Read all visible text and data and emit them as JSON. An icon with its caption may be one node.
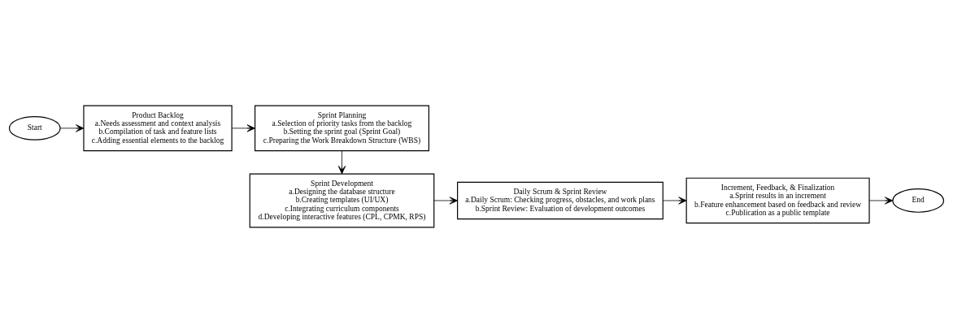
{
  "diagram": {
    "nodes": [
      {
        "text": [
          "Start"
        ]
      },
      {
        "text": [
          "Product Backlog",
          "a.Needs assessment and context analysis",
          "b.Compilation of task and feature lists",
          "c.Adding essential elements to the backlog"
        ]
      },
      {
        "text": [
          "Sprint Planning",
          "a.Selection of priority tasks from the backlog",
          "b.Setting the sprint goal (Sprint Goal)",
          "c.Preparing the Work Breakdown Structure (WBS)"
        ]
      },
      {
        "text": [
          "Sprint Development",
          "a.Designing the database structure",
          "b.Creating templates (UI/UX)",
          "c.Integrating curriculum components",
          "d.Developing interactive features (CPL, CPMK, RPS)"
        ]
      },
      {
        "text": [
          "Daily Scrum & Sprint Review",
          "a.Daily Scrum: Checking progress, obstacles, and work plans",
          "b.Sprint Review: Evaluation of development outcomes"
        ]
      },
      {
        "text": [
          "Increment, Feedback, & Finalization",
          "a.Sprint results in an increment",
          "b.Feature enhancement based on feedback and review",
          "c.Publication as a public template"
        ]
      },
      {
        "text": [
          "End"
        ]
      }
    ],
    "edges": [
      {
        "from": 0,
        "to": 1,
        "arrow": "to"
      },
      {
        "from": 1,
        "to": 2,
        "arrow": "to"
      },
      {
        "from": 2,
        "to": 3,
        "arrow": "to"
      },
      {
        "from": 3,
        "to": 4,
        "arrow": "to"
      },
      {
        "from": 4,
        "to": 5,
        "arrow": "to"
      },
      {
        "from": 5,
        "to": 6,
        "arrow": "to"
      }
    ]
  }
}
